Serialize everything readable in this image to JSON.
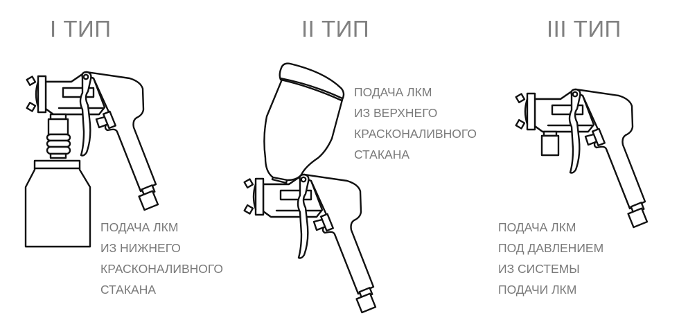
{
  "types": [
    {
      "title": "I ТИП",
      "caption": [
        "ПОДАЧА ЛКМ",
        "ИЗ НИЖНЕГО",
        "КРАСКОНАЛИВНОГО",
        "СТАКАНА"
      ],
      "illustration": "spray-gun-bottom-cup"
    },
    {
      "title": "II ТИП",
      "caption": [
        "ПОДАЧА ЛКМ",
        "ИЗ ВЕРХНЕГО",
        "КРАСКОНАЛИВНОГО",
        "СТАКАНА"
      ],
      "illustration": "spray-gun-top-cup"
    },
    {
      "title": "III ТИП",
      "caption": [
        "ПОДАЧА ЛКМ",
        "ПОД ДАВЛЕНИЕМ",
        "ИЗ СИСТЕМЫ",
        "ПОДАЧИ ЛКМ"
      ],
      "illustration": "spray-gun-pressure-feed"
    }
  ],
  "colors": {
    "text": "#808080",
    "line": "#111111",
    "background": "#ffffff"
  }
}
